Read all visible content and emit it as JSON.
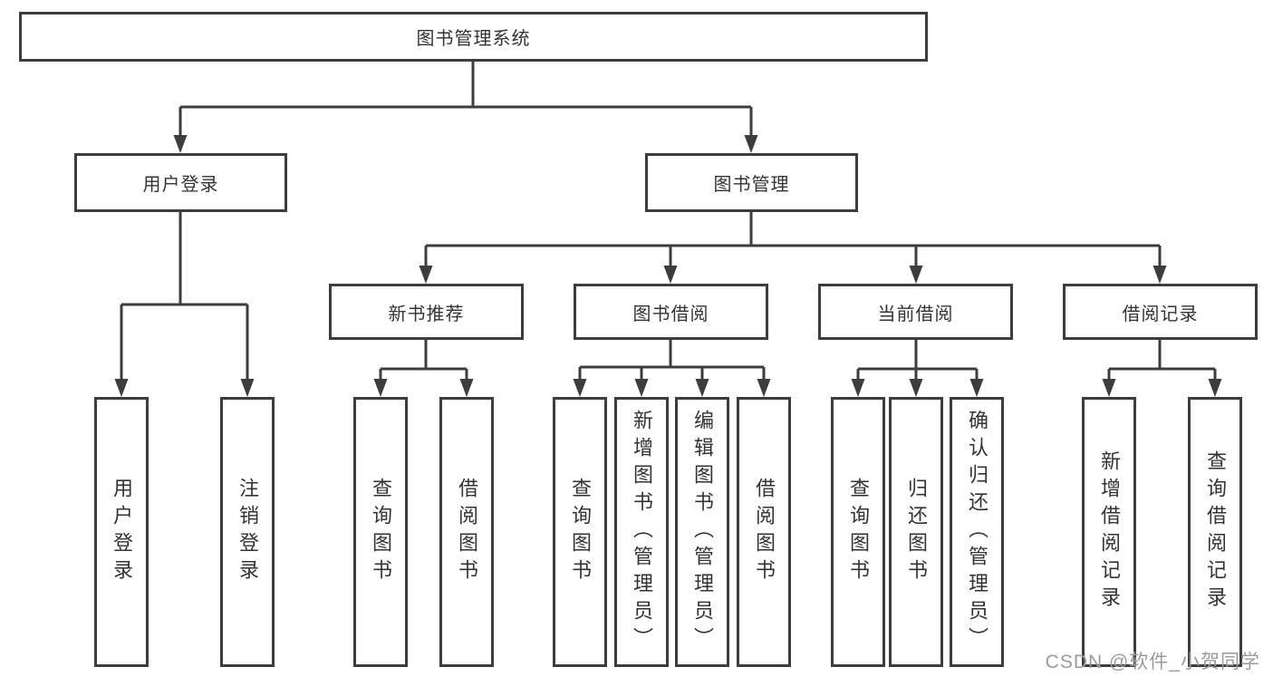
{
  "nodes": {
    "root": {
      "label": "图书管理系统"
    },
    "branches": [
      {
        "label": "用户登录",
        "children": [
          {
            "label": "用户登录"
          },
          {
            "label": "注销登录"
          }
        ]
      },
      {
        "label": "图书管理",
        "children": [
          {
            "label": "新书推荐",
            "children": [
              {
                "label": "查询图书"
              },
              {
                "label": "借阅图书"
              }
            ]
          },
          {
            "label": "图书借阅",
            "children": [
              {
                "label": "查询图书"
              },
              {
                "label": "新增图书（管理员）"
              },
              {
                "label": "编辑图书（管理员）"
              },
              {
                "label": "借阅图书"
              }
            ]
          },
          {
            "label": "当前借阅",
            "children": [
              {
                "label": "查询图书"
              },
              {
                "label": "归还图书"
              },
              {
                "label": "确认归还（管理员）"
              }
            ]
          },
          {
            "label": "借阅记录",
            "children": [
              {
                "label": "新增借阅记录"
              },
              {
                "label": "查询借阅记录"
              }
            ]
          }
        ]
      }
    ]
  },
  "watermark": "CSDN @软件_小贺同学",
  "colors": {
    "line": "#3d3d3d",
    "box_border": "#3d3d3d",
    "text": "#333333",
    "watermark": "#9b9b9b",
    "background": "#ffffff"
  }
}
